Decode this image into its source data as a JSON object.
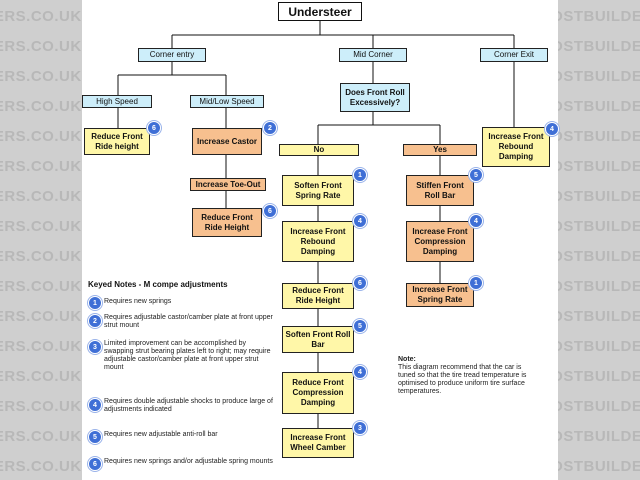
{
  "watermark": {
    "text": "LOCOSTBUILDERS.CO.UK"
  },
  "diagram": {
    "title": "Understeer",
    "phases": {
      "entry": "Corner entry",
      "mid": "Mid Corner",
      "exit": "Corner Exit"
    },
    "entry": {
      "high_speed": "High Speed",
      "mid_low_speed": "Mid/Low Speed",
      "reduce_front_ride_height": "Reduce Front Ride height",
      "increase_castor": "Increase Castor",
      "increase_toe_out": "Increase Toe-Out",
      "reduce_front_ride_height_2": "Reduce Front Ride Height"
    },
    "mid": {
      "question": "Does Front Roll Excessively?",
      "no": "No",
      "yes": "Yes",
      "no_items": [
        "Soften Front Spring Rate",
        "Increase Front Rebound Damping",
        "Reduce Front Ride Height",
        "Soften Front Roll Bar",
        "Reduce Front Compression Damping",
        "Increase Front Wheel Camber"
      ],
      "yes_items": [
        "Stiffen Front Roll Bar",
        "Increase Front Compression Damping",
        "Increase Front Spring Rate"
      ]
    },
    "exit": {
      "increase_front_rebound_damping": "Increase Front Rebound Damping"
    },
    "badges": {
      "entry_high": "6",
      "entry_castor": "2",
      "entry_ride": "6",
      "no": [
        "1",
        "4",
        "6",
        "5",
        "4",
        "3"
      ],
      "yes": [
        "5",
        "4",
        "1"
      ],
      "exit": "4"
    }
  },
  "key_notes": {
    "title": "Keyed Notes - M compe adjustments",
    "items": [
      {
        "num": "1",
        "text": "Requires new springs"
      },
      {
        "num": "2",
        "text": "Requires adjustable castor/camber plate at front upper strut mount"
      },
      {
        "num": "3",
        "text": "Limited improvement can be accomplished by swapping strut bearing plates left to right; may require adjustable castor/camber plate at front upper strut mount"
      },
      {
        "num": "4",
        "text": "Requires double adjustable shocks to produce large of adjustments indicated"
      },
      {
        "num": "5",
        "text": "Requires new adjustable anti-roll bar"
      },
      {
        "num": "6",
        "text": "Requires new springs and/or adjustable spring mounts"
      }
    ]
  },
  "side_note": {
    "title": "Note:",
    "text": "This diagram recommend that the car is tuned so that the tire tread temperature is optimised to produce uniform tire surface temperatures."
  }
}
